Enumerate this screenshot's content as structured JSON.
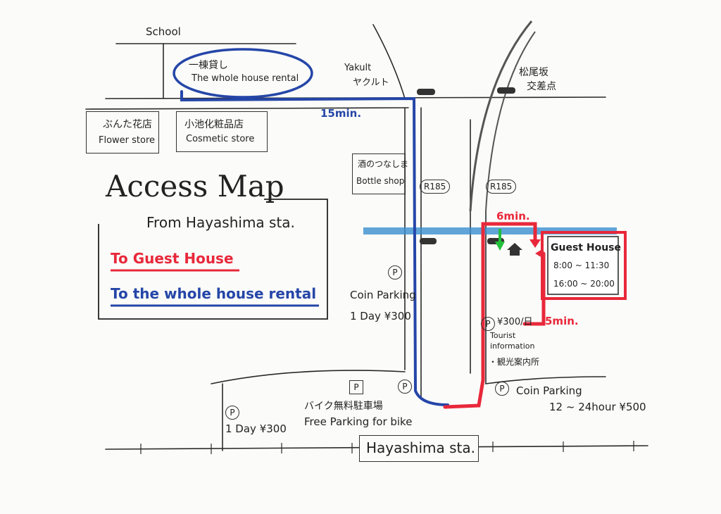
{
  "title": {
    "main": "Access Map",
    "from": "From Hayashima sta.",
    "route_guest": "To Guest House",
    "route_rental": "To the whole house rental"
  },
  "places": {
    "school": "School",
    "rental_jp": "一棟貸し",
    "rental_en": "The whole house rental",
    "yakult_en": "Yakult",
    "yakult_jp": "ヤクルト",
    "intersection_jp_1": "松尾坂",
    "intersection_jp_2": "交差点",
    "flower_jp": "ぶんた花店",
    "flower_en": "Flower store",
    "cosmetic_jp": "小池化粧品店",
    "cosmetic_en": "Cosmetic store",
    "bottle_jp": "酒のつなしま",
    "bottle_en": "Bottle shop",
    "road_left": "R185",
    "road_right": "R185",
    "coin_parking_left": "Coin Parking",
    "coin_parking_left_price": "1 Day ¥300",
    "tourist_price": "¥300/日",
    "tourist_en_1": "Tourist",
    "tourist_en_2": "information",
    "tourist_jp": "・観光案内所",
    "guest_house": "Guest House",
    "guest_hours_1": "8:00 ~ 11:30",
    "guest_hours_2": "16:00 ~ 20:00",
    "bike_jp": "バイク無料駐車場",
    "bike_en": "Free Parking for bike",
    "coin_parking_right": "Coin Parking",
    "coin_parking_right_price": "12 ~ 24hour ¥500",
    "parking_bottom_left_price": "1 Day ¥300",
    "station": "Hayashima sta.",
    "parking_symbol": "P"
  },
  "times": {
    "rental_walk": "15min.",
    "guest_walk_1": "6min.",
    "guest_walk_2": "5min."
  },
  "colors": {
    "route_guest": "#e8283a",
    "route_rental": "#2546a8",
    "river": "#3a8fd0",
    "arrow_green": "#22c03a",
    "ink": "#222222"
  }
}
